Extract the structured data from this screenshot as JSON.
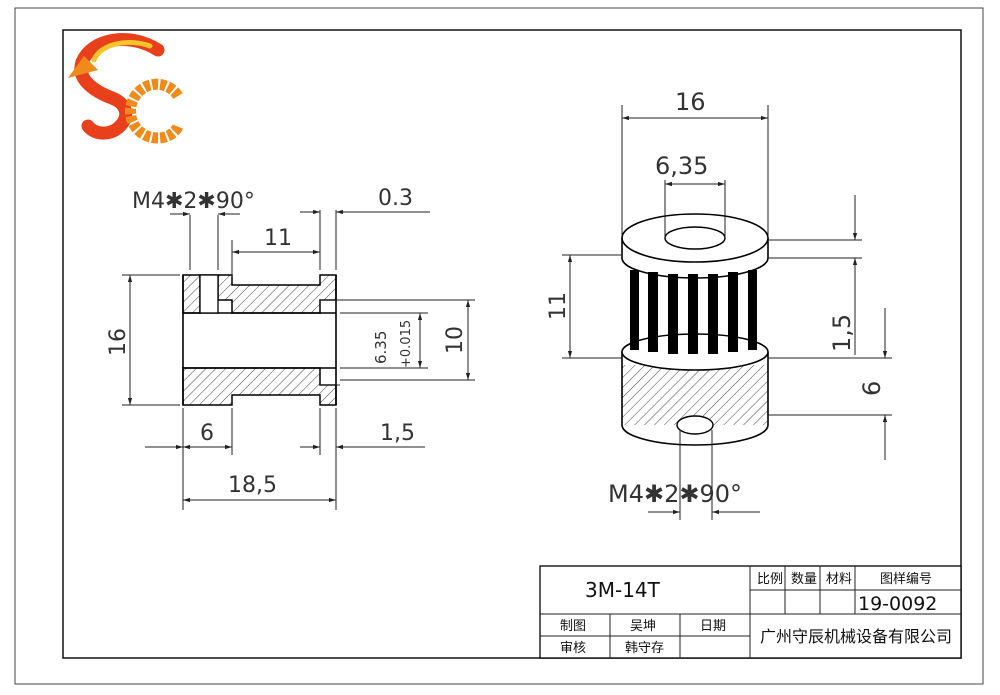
{
  "logo": {
    "text": "SC",
    "colors": {
      "red": "#e02010",
      "orange": "#f08a1a",
      "yellow": "#f7c42a"
    }
  },
  "front_view": {
    "thread_label": "M4✱2✱90°",
    "dim_gap": "0.3",
    "dim_hub_width": "11",
    "dim_outer_diameter": "16",
    "dim_bore": "6.35",
    "dim_bore_tol": "+0.015",
    "dim_bore_height": "10",
    "dim_hub_len": "6",
    "dim_flange": "1,5",
    "dim_total_len": "18,5"
  },
  "iso_view": {
    "dim_top_diameter": "16",
    "dim_bore": "6,35",
    "dim_height": "11",
    "dim_flange": "1,5",
    "dim_hub": "6",
    "thread_label": "M4✱2✱90°"
  },
  "title_block": {
    "part_name": "3M-14T",
    "scale_label": "比例",
    "qty_label": "数量",
    "material_label": "材料",
    "drawing_no_label": "图样编号",
    "drawing_no": "19-0092",
    "drafter_label": "制图",
    "drafter_name": "吴坤",
    "date_label": "日期",
    "checker_label": "审核",
    "checker_name": "韩守存",
    "company": "广州守辰机械设备有限公司"
  }
}
